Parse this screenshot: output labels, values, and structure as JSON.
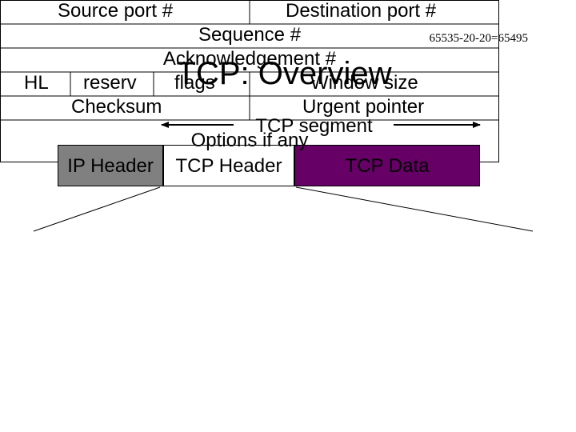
{
  "note": "65535-20-20=65495",
  "title": "TCP: Overview",
  "segment_label": "TCP segment",
  "packet": {
    "ip_header": "IP Header",
    "tcp_header": "TCP Header",
    "tcp_data": "TCP Data"
  },
  "header_fields": {
    "source_port": "Source port #",
    "destination_port": "Destination port #",
    "sequence": "Sequence #",
    "acknowledgement": "Acknowledgement #",
    "hl": "HL",
    "reserved": "reserv",
    "flags": "flags",
    "window_size": "Window size",
    "checksum": "Checksum",
    "urgent_pointer": "Urgent pointer",
    "options": "Options if any"
  },
  "colors": {
    "ip_header_fill": "#808080",
    "tcp_data_fill": "#660066",
    "tcp_data_text": "#000000"
  }
}
